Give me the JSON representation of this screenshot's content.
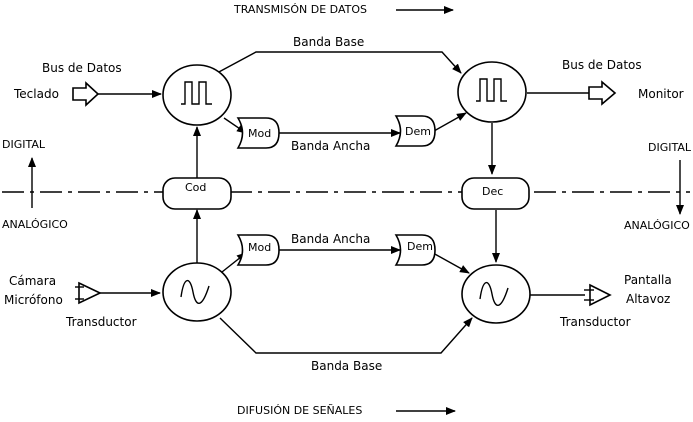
{
  "titles": {
    "top": "TRANSMISÓN DE DATOS",
    "bottom": "DIFUSIÓN DE SEÑALES"
  },
  "left": {
    "bus": "Bus de Datos",
    "teclado": "Teclado",
    "digital": "DIGITAL",
    "analogico": "ANALÓGICO",
    "camara": "Cámara",
    "microfono": "Micrófono",
    "transductor": "Transductor"
  },
  "right": {
    "bus": "Bus de Datos",
    "monitor": "Monitor",
    "digital": "DIGITAL",
    "analogico": "ANALÓGICO",
    "pantalla": "Pantalla",
    "altavoz": "Altavoz",
    "transductor": "Transductor"
  },
  "paths": {
    "banda_base_top": "Banda Base",
    "banda_ancha_top": "Banda Ancha",
    "banda_ancha_bottom": "Banda Ancha",
    "banda_base_bottom": "Banda Base"
  },
  "blocks": {
    "mod_top": "Mod",
    "dem_top": "Dem",
    "mod_bottom": "Mod",
    "dem_bottom": "Dem",
    "cod": "Cod",
    "dec": "Dec"
  },
  "icons": {
    "digital_signal": "square-wave-icon",
    "analog_signal": "sine-wave-icon"
  }
}
